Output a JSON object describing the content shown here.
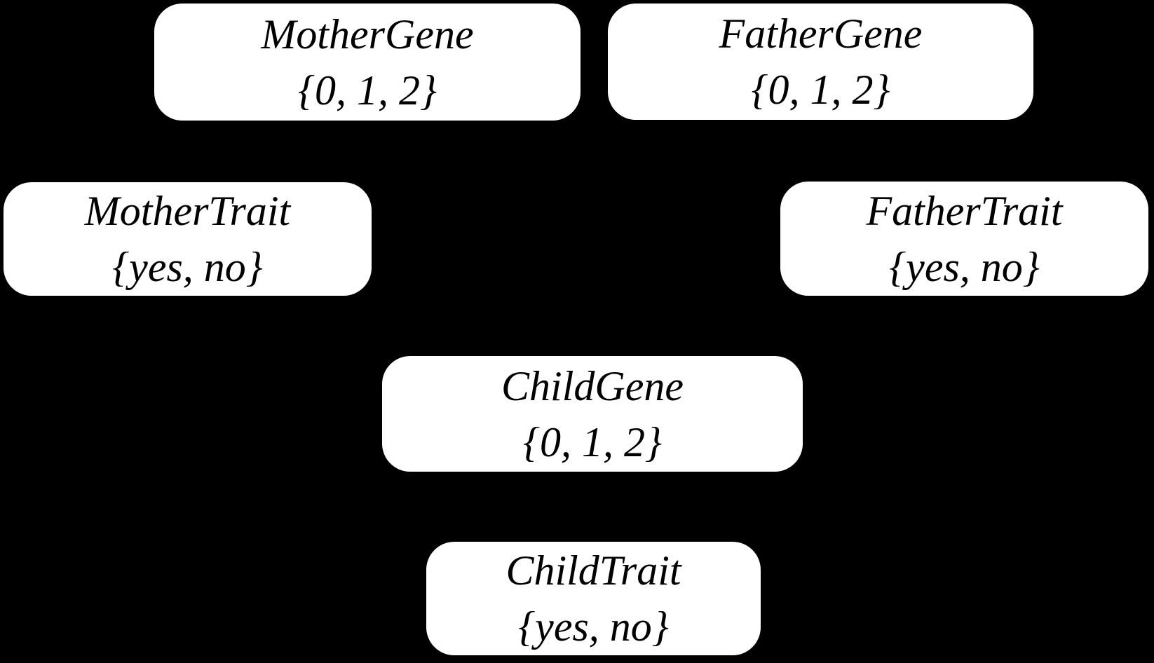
{
  "diagram": {
    "type": "bayesian-network",
    "colors": {
      "background": "#000000",
      "node_fill": "#ffffff",
      "node_text": "#000000"
    },
    "nodes": [
      {
        "id": "mother-gene",
        "title": "MotherGene",
        "domain": "{0, 1, 2}"
      },
      {
        "id": "father-gene",
        "title": "FatherGene",
        "domain": "{0, 1, 2}"
      },
      {
        "id": "mother-trait",
        "title": "MotherTrait",
        "domain": "{yes, no}"
      },
      {
        "id": "father-trait",
        "title": "FatherTrait",
        "domain": "{yes, no}"
      },
      {
        "id": "child-gene",
        "title": "ChildGene",
        "domain": "{0, 1, 2}"
      },
      {
        "id": "child-trait",
        "title": "ChildTrait",
        "domain": "{yes, no}"
      }
    ]
  }
}
